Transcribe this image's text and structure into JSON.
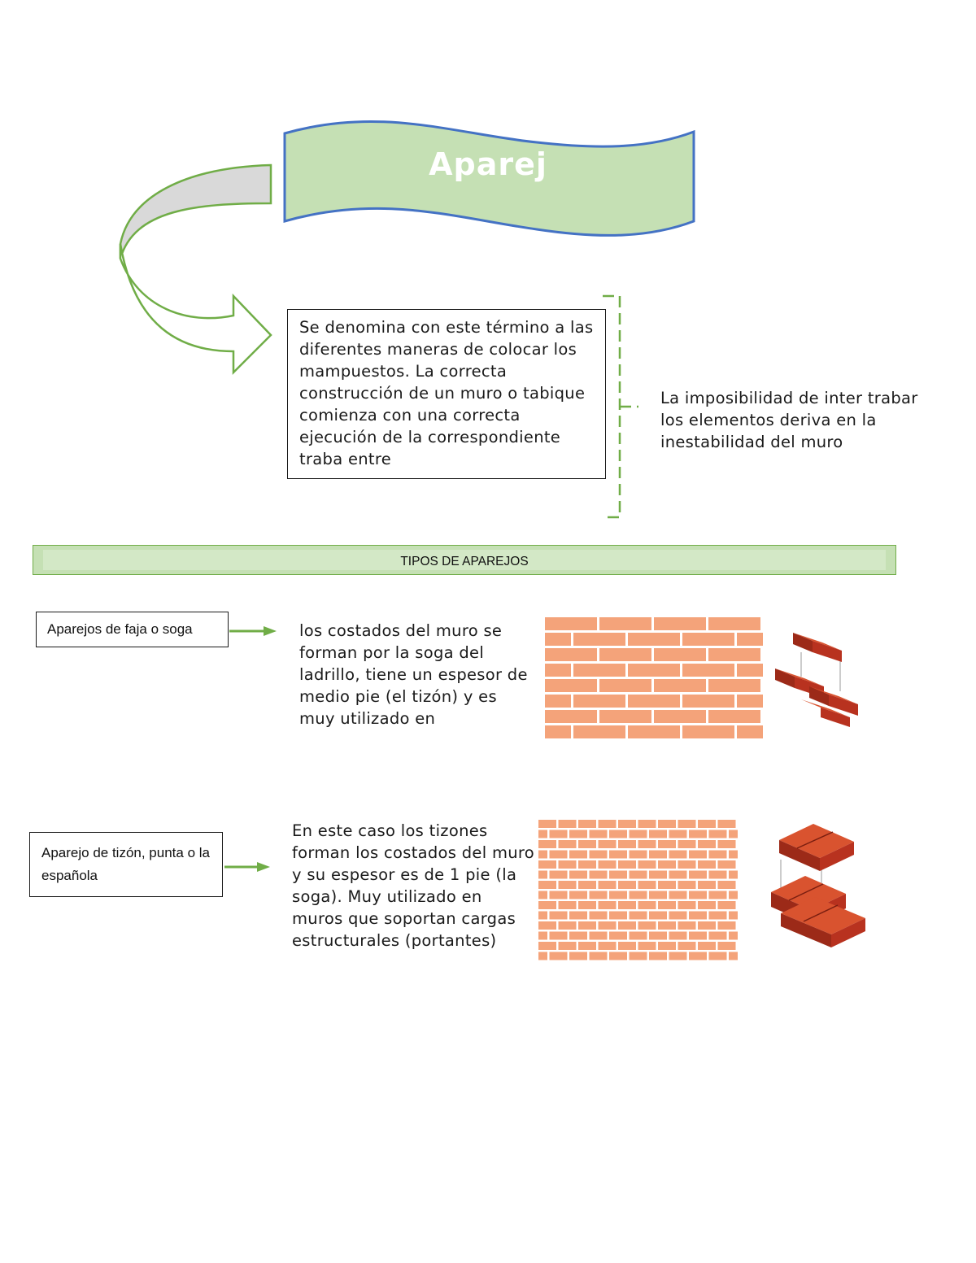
{
  "banner": {
    "title": "Aparej",
    "fill": "#c5e0b4",
    "stroke": "#4472c4"
  },
  "definition": {
    "text": "Se denomina con este término a las diferentes maneras de colocar los mampuestos. La correcta construcción de un muro o tabique comienza con una correcta ejecución de la correspondiente traba entre"
  },
  "side_note": {
    "text": "La imposibilidad de inter trabar los elementos deriva en la inestabilidad del muro"
  },
  "section": {
    "title": "TIPOS DE APAREJOS"
  },
  "types": [
    {
      "label": "Aparejos de faja o soga",
      "description": "los costados del muro se forman por la soga del ladrillo, tiene un espesor de medio pie (el tizón) y es muy utilizado en",
      "pattern": "running bond"
    },
    {
      "label": "Aparejo de tizón, punta o la española",
      "description": "En este caso los tizones forman los costados del muro y su espesor es de 1 pie (la soga). Muy utilizado en muros que soportan cargas estructurales (portantes)",
      "pattern": "header bond"
    }
  ],
  "colors": {
    "accent_green": "#70ad47",
    "light_green": "#c5e0b4",
    "arrow_gray": "#d9d9d9",
    "brick_wall": "#f4a37a",
    "brick_3d": "#b8321f"
  }
}
